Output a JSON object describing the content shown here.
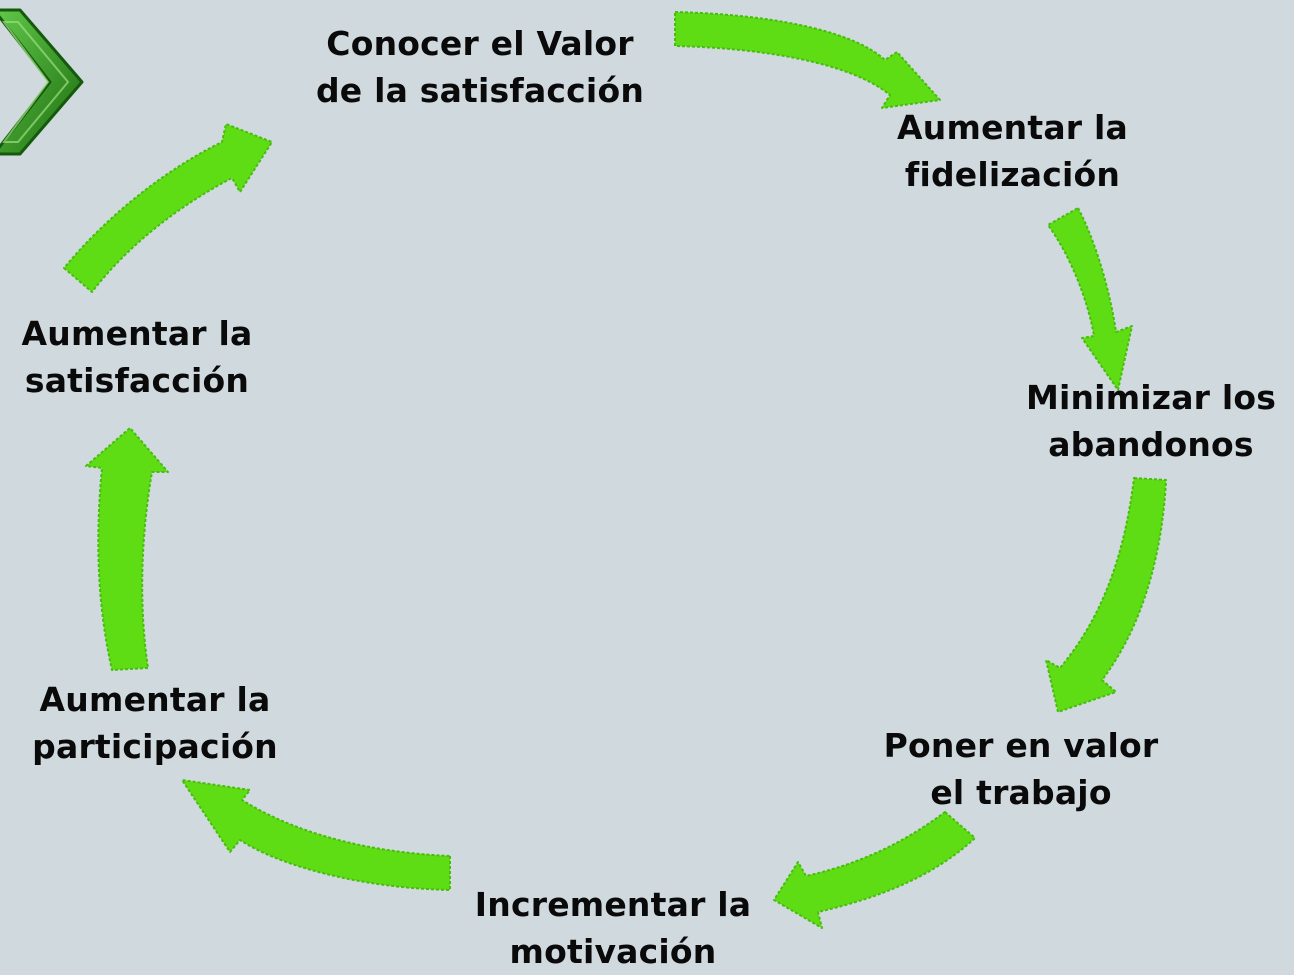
{
  "nodes": [
    {
      "id": "conocer-valor",
      "lines": [
        "Conocer el Valor",
        "de la satisfacción"
      ]
    },
    {
      "id": "aumentar-fidelizacion",
      "lines": [
        "Aumentar la",
        "fidelización"
      ]
    },
    {
      "id": "minimizar-abandonos",
      "lines": [
        "Minimizar los",
        "abandonos"
      ]
    },
    {
      "id": "poner-en-valor",
      "lines": [
        "Poner en valor",
        "el trabajo"
      ]
    },
    {
      "id": "incrementar-motivacion",
      "lines": [
        "Incrementar la",
        "motivación"
      ]
    },
    {
      "id": "aumentar-participacion",
      "lines": [
        "Aumentar la",
        "participación"
      ]
    },
    {
      "id": "aumentar-satisfaccion",
      "lines": [
        "Aumentar la",
        "satisfacción"
      ]
    }
  ],
  "colors": {
    "background": "#cfd9de",
    "arrow_fill": "#5edc14",
    "arrow_stroke": "#4cc20a",
    "text": "#0a0a0a",
    "chevron_dark": "#1f7a12",
    "chevron_light": "#46b82c"
  },
  "icons": {
    "corner": "chevron-right-icon"
  }
}
